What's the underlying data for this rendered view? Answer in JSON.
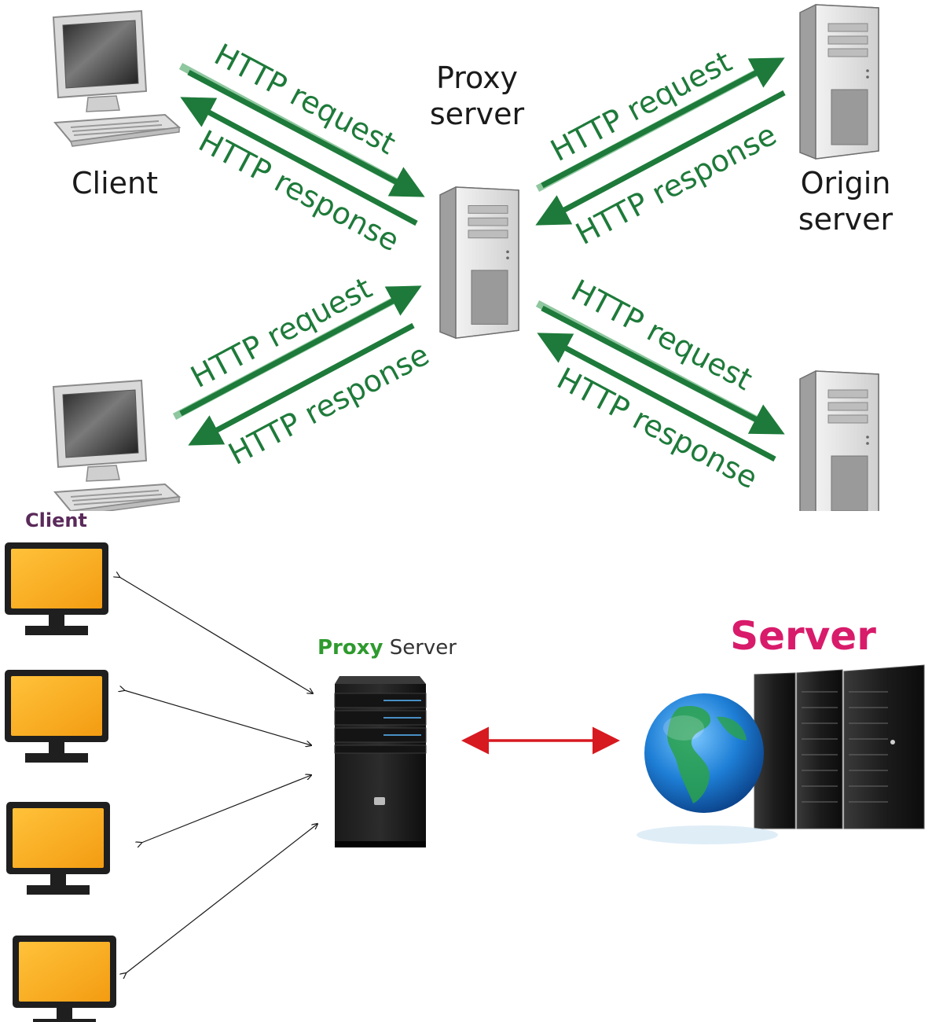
{
  "top": {
    "proxy_line1": "Proxy",
    "proxy_line2": "server",
    "client_label": "Client",
    "origin_line1": "Origin",
    "origin_line2": "server",
    "request_label": "HTTP request",
    "response_label": "HTTP response",
    "arrow_color": "#1e7a3a",
    "arrow_light_color": "#8fc79f"
  },
  "bottom": {
    "client_label": "Client",
    "proxy_word1": "Proxy",
    "proxy_word2": " Server",
    "server_label": "Server",
    "client_label_color": "#5a2a5a",
    "proxy_green": "#2e9a2e",
    "server_color": "#d81b6a",
    "monitor_color": "#f5a81c",
    "connector_color": "#d71920"
  }
}
